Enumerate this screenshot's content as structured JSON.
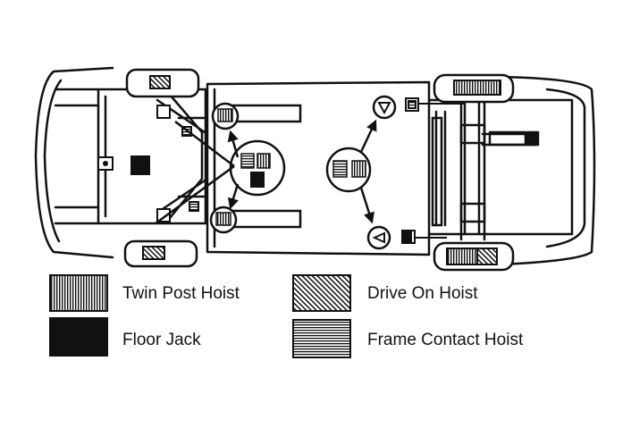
{
  "colors": {
    "ink": "#111111",
    "paper": "#ffffff"
  },
  "legend": [
    {
      "key": "twin_post",
      "label": "Twin Post Hoist",
      "pattern": "vertical-stripes"
    },
    {
      "key": "floor_jack",
      "label": "Floor Jack",
      "pattern": "solid"
    },
    {
      "key": "drive_on",
      "label": "Drive On Hoist",
      "pattern": "diagonal-hatch"
    },
    {
      "key": "frame_contact",
      "label": "Frame Contact Hoist",
      "pattern": "horizontal-stripes"
    }
  ]
}
